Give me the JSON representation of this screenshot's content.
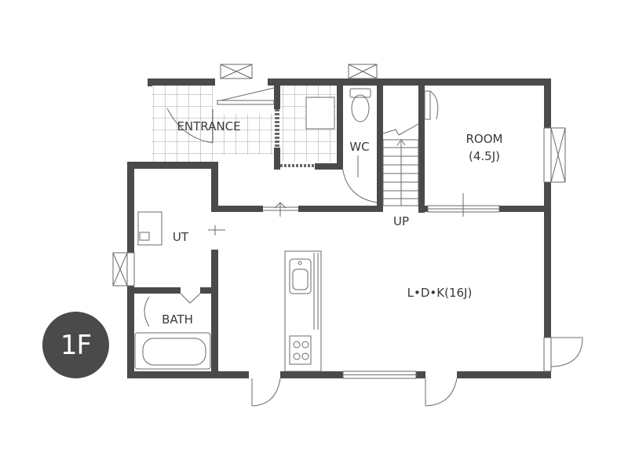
{
  "floor": "1F",
  "rooms": {
    "entrance": "ENTRANCE",
    "wc": "WC",
    "room_name": "ROOM",
    "room_size": "(4.5J)",
    "ut": "UT",
    "bath": "BATH",
    "ldk": "L•D•K(16J)",
    "stairs": "UP"
  },
  "colors": {
    "wall": "#4a4a4a",
    "badge": "#4a4a4a",
    "line": "#6a6a6a"
  }
}
